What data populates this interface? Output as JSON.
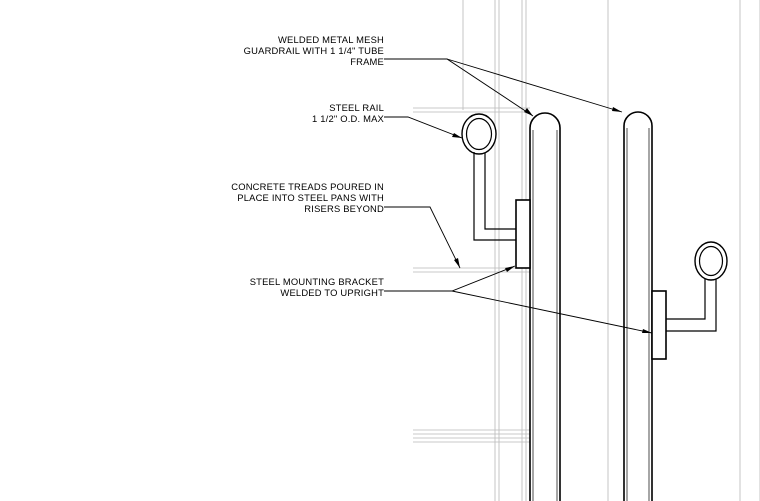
{
  "notes": {
    "guardrail": {
      "lines": [
        "WELDED METAL MESH",
        "GUARDRAIL WITH 1 1/4\" TUBE",
        "FRAME"
      ]
    },
    "steel_rail": {
      "lines": [
        "STEEL RAIL",
        "1 1/2\" O.D. MAX"
      ]
    },
    "treads": {
      "lines": [
        "CONCRETE TREADS POURED IN",
        "PLACE INTO STEEL PANS WITH",
        "RISERS BEYOND"
      ]
    },
    "bracket": {
      "lines": [
        "STEEL MOUNTING BRACKET",
        "WELDED TO UPRIGHT"
      ]
    }
  },
  "colors": {
    "ink": "#000000",
    "background_lines": "#b8b8b8",
    "paper": "#ffffff"
  }
}
